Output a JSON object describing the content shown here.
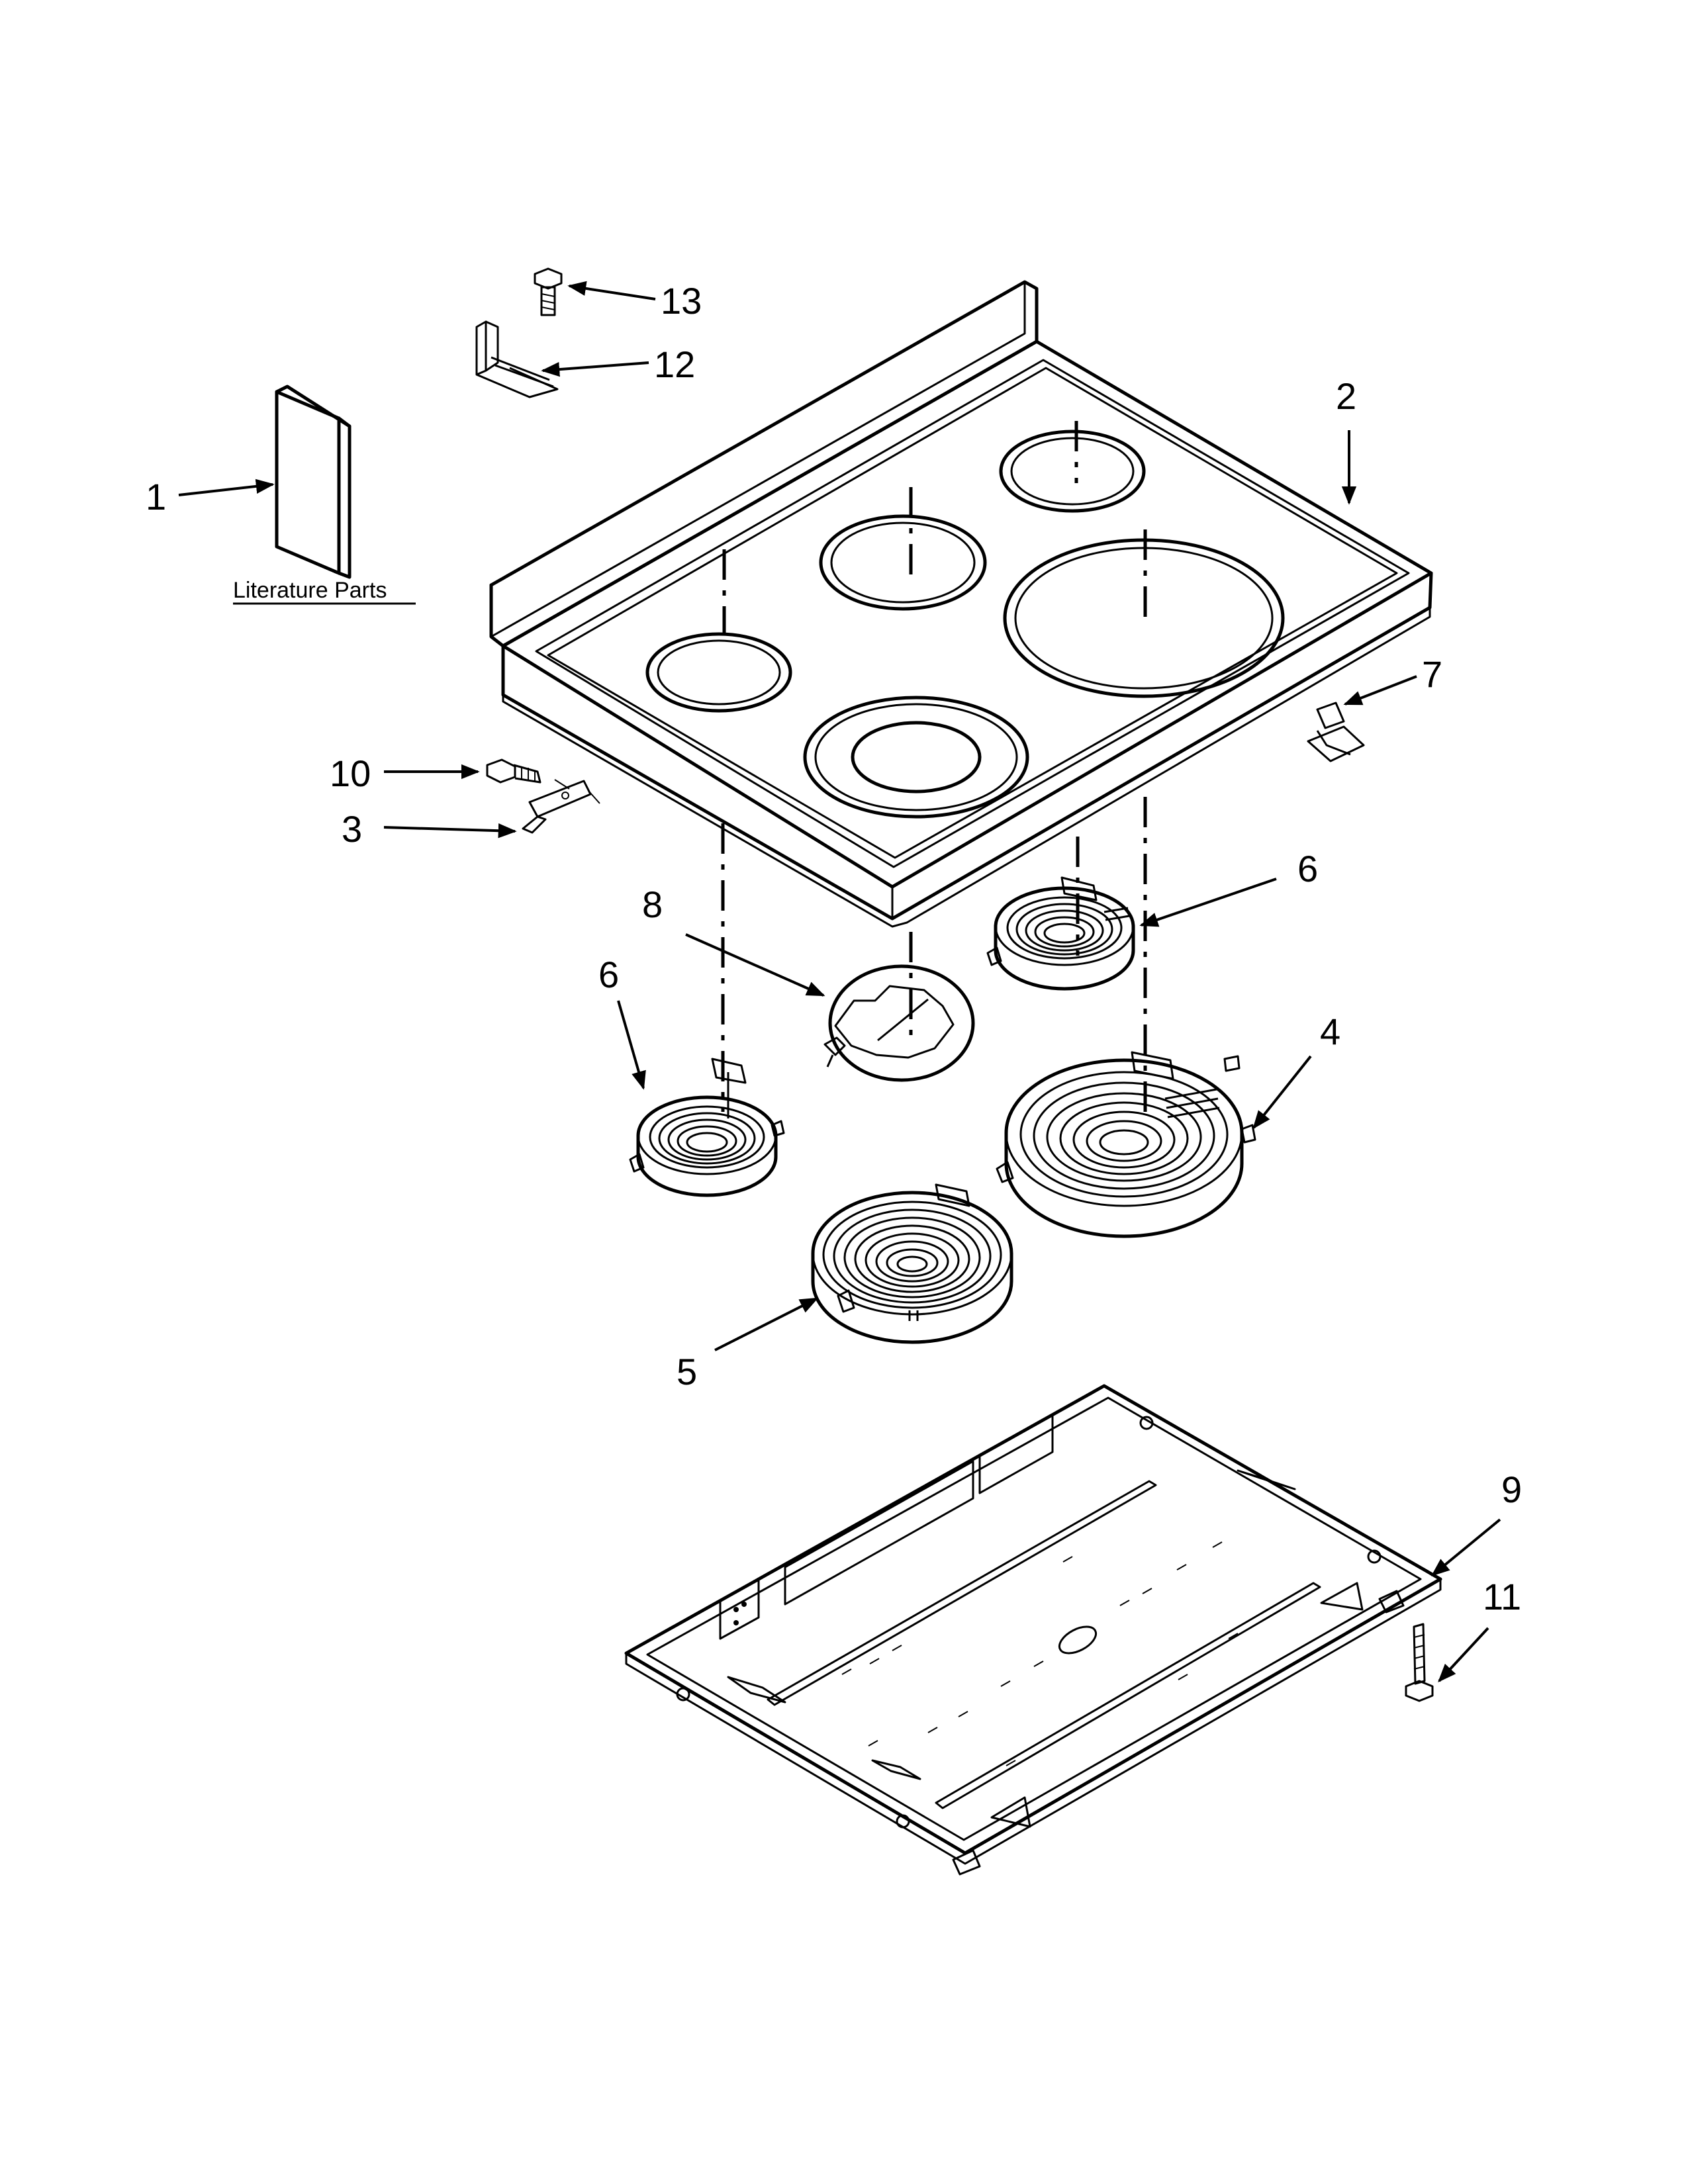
{
  "diagram": {
    "section_label": "Literature Parts",
    "callouts": [
      "1",
      "2",
      "3",
      "4",
      "5",
      "6",
      "6",
      "7",
      "8",
      "9",
      "10",
      "11",
      "12",
      "13"
    ]
  }
}
